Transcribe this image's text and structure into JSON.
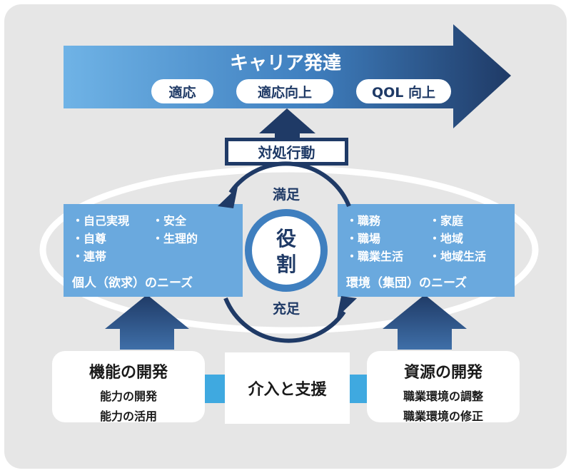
{
  "career": {
    "title": "キャリア発達",
    "stages": [
      "適応",
      "適応向上",
      "QOL 向上"
    ]
  },
  "action_label": "対処行動",
  "cycle": {
    "top_label": "満足",
    "bottom_label": "充足",
    "center_chars": [
      "役",
      "割"
    ]
  },
  "left_panel": {
    "items": [
      "・自己実現",
      "・安全",
      "・自尊",
      "・生理的",
      "・連帯"
    ],
    "title": "個人（欲求）のニーズ"
  },
  "right_panel": {
    "items": [
      "・職務",
      "・家庭",
      "・職場",
      "・地域",
      "・職業生活",
      "・地域生活"
    ],
    "title": "環境（集団）のニーズ"
  },
  "left_box": {
    "title": "機能の開発",
    "lines": [
      "能力の開発",
      "能力の活用"
    ]
  },
  "center_box": {
    "label": "介入と支援"
  },
  "right_box": {
    "title": "資源の開発",
    "lines": [
      "職業環境の調整",
      "職業環境の修正"
    ]
  },
  "colors": {
    "background": "#e6e6e6",
    "panel_blue": "#6aa9de",
    "dark_navy": "#1f3a66",
    "connector_cyan": "#3fa9e0"
  }
}
